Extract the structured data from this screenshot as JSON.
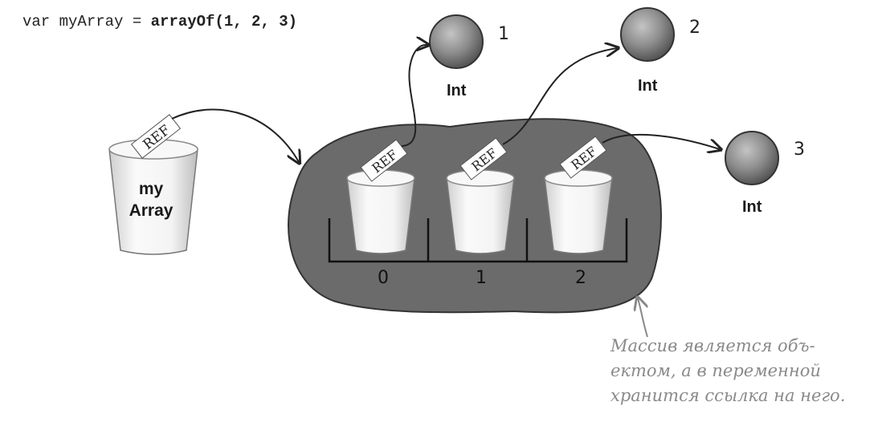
{
  "code": {
    "prefix": "var myArray = ",
    "call": "arrayOf(1, 2, 3)"
  },
  "variable": {
    "label_line1": "my",
    "label_line2": "Array",
    "ref_tag": "REF"
  },
  "array_slots": [
    {
      "index": "0",
      "ref_tag": "REF"
    },
    {
      "index": "1",
      "ref_tag": "REF"
    },
    {
      "index": "2",
      "ref_tag": "REF"
    }
  ],
  "int_objects": [
    {
      "value": "1",
      "type_label": "Int"
    },
    {
      "value": "2",
      "type_label": "Int"
    },
    {
      "value": "3",
      "type_label": "Int"
    }
  ],
  "note": {
    "line1": "Массив является объ-",
    "line2": "ектом, а в переменной",
    "line3": "хранится ссылка на него."
  },
  "colors": {
    "array_blob": "#6b6b6b",
    "ball": "#8e8e8e",
    "cup": "#f2f2f2",
    "note_text": "#8a8a8a"
  }
}
